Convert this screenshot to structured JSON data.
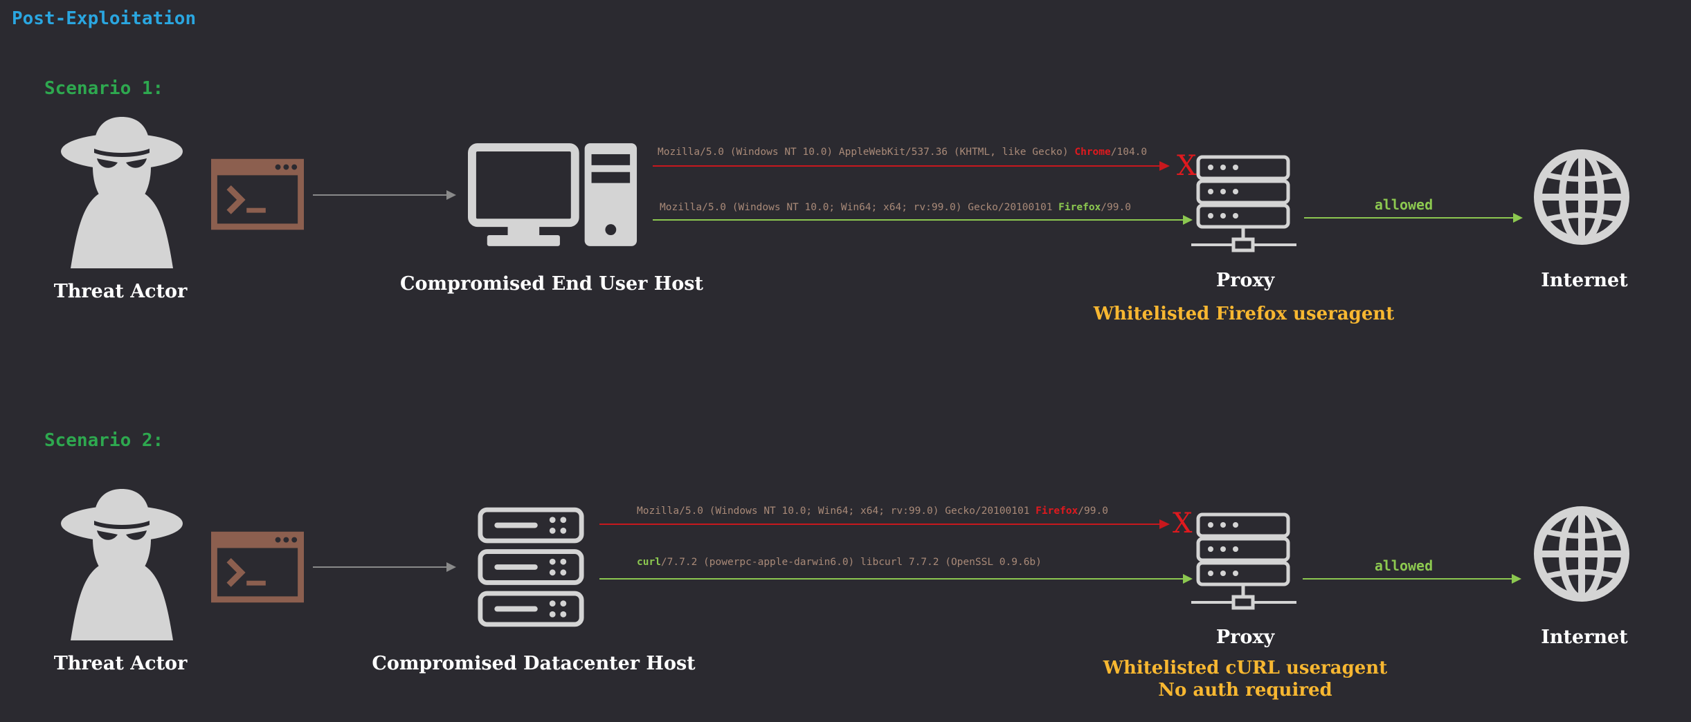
{
  "title": "Post-Exploitation",
  "colors": {
    "background": "#2b2a30",
    "title": "#2aa6e0",
    "scenario": "#2ea84f",
    "blocked": "#e0191e",
    "allowed": "#8cc850",
    "note": "#f7b731",
    "icon": "#d4d4d4",
    "terminal": "#8c5f4f"
  },
  "scenario1": {
    "heading": "Scenario 1:",
    "actor_label": "Threat Actor",
    "host_label": "Compromised End User Host",
    "proxy_label": "Proxy",
    "internet_label": "Internet",
    "blocked_ua": {
      "prefix": "Mozilla/5.0 (Windows NT 10.0) AppleWebKit/537.36 (KHTML, like Gecko) ",
      "browser": "Chrome",
      "suffix": "/104.0"
    },
    "allowed_ua": {
      "prefix": "Mozilla/5.0 (Windows NT 10.0; Win64; x64; rv:99.0) Gecko/20100101 ",
      "browser": "Firefox",
      "suffix": "/99.0"
    },
    "blocked_mark": "X",
    "allowed_label": "allowed",
    "note": "Whitelisted Firefox useragent"
  },
  "scenario2": {
    "heading": "Scenario 2:",
    "actor_label": "Threat Actor",
    "host_label": "Compromised Datacenter Host",
    "proxy_label": "Proxy",
    "internet_label": "Internet",
    "blocked_ua": {
      "prefix": "Mozilla/5.0 (Windows NT 10.0; Win64; x64; rv:99.0) Gecko/20100101 ",
      "browser": "Firefox",
      "suffix": "/99.0"
    },
    "allowed_ua": {
      "browser": "curl",
      "suffix": "/7.7.2 (powerpc-apple-darwin6.0) libcurl 7.7.2 (OpenSSL 0.9.6b)"
    },
    "blocked_mark": "X",
    "allowed_label": "allowed",
    "note_line1": "Whitelisted cURL useragent",
    "note_line2": "No auth required"
  },
  "icons": {
    "actor": "spy-icon",
    "terminal": "terminal-icon",
    "desktop": "desktop-computer-icon",
    "datacenter": "server-stack-icon",
    "proxy": "proxy-server-icon",
    "internet": "globe-icon"
  }
}
